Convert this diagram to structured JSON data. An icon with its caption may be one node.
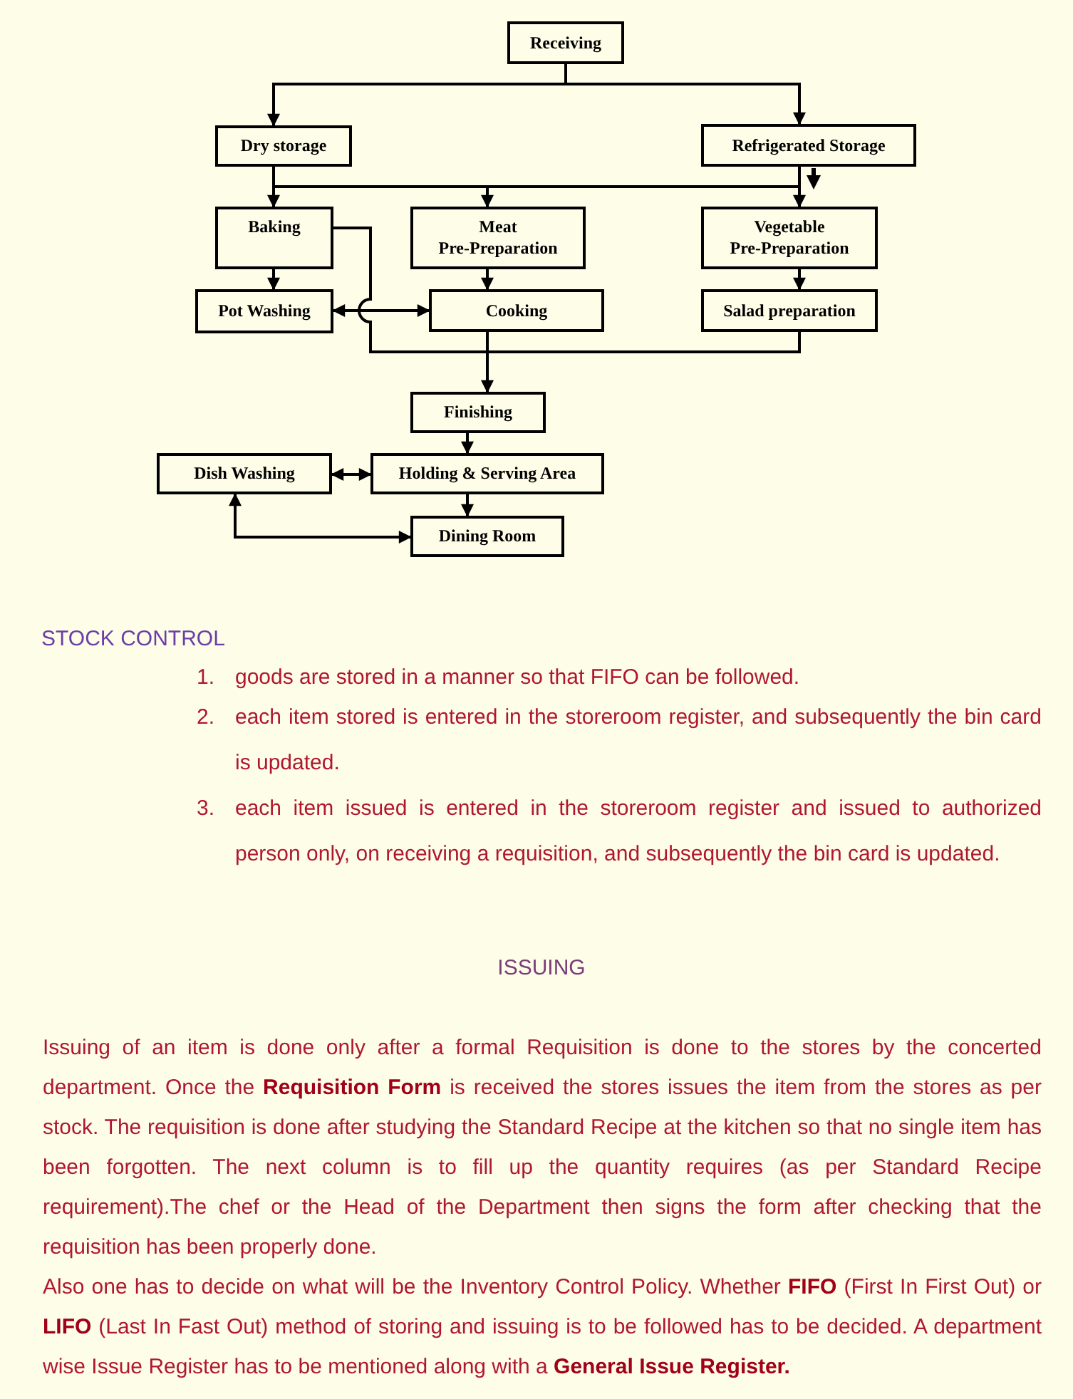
{
  "diagram": {
    "nodes": [
      {
        "text": [
          "Receiving"
        ]
      },
      {
        "text": [
          "Dry storage"
        ]
      },
      {
        "text": [
          "Refrigerated Storage"
        ]
      },
      {
        "text": [
          "Baking"
        ]
      },
      {
        "text": [
          "Meat Pre-Preparation"
        ]
      },
      {
        "text": [
          "Vegetable Pre-Preparation"
        ]
      },
      {
        "text": [
          "Pot Washing"
        ]
      },
      {
        "text": [
          "Cooking"
        ]
      },
      {
        "text": [
          "Salad preparation"
        ]
      },
      {
        "text": [
          "Finishing"
        ]
      },
      {
        "text": [
          "Dish Washing"
        ]
      },
      {
        "text": [
          "Holding & Serving Area"
        ]
      },
      {
        "text": [
          "Dining Room"
        ]
      }
    ],
    "edges": [
      {
        "from": 0,
        "to": 1,
        "arrow": "to"
      },
      {
        "from": 0,
        "to": 2,
        "arrow": "to"
      },
      {
        "from": 1,
        "to": 3,
        "arrow": "to"
      },
      {
        "from": 1,
        "to": 4,
        "arrow": "to"
      },
      {
        "from": 1,
        "to": 5,
        "arrow": "to"
      },
      {
        "from": 2,
        "to": 3,
        "arrow": "to"
      },
      {
        "from": 2,
        "to": 4,
        "arrow": "to"
      },
      {
        "from": 2,
        "to": 5,
        "arrow": "to"
      },
      {
        "from": 3,
        "to": 6,
        "arrow": "to"
      },
      {
        "from": 4,
        "to": 7,
        "arrow": "to"
      },
      {
        "from": 5,
        "to": 8,
        "arrow": "to"
      },
      {
        "from": 6,
        "to": 7,
        "arrow": "both"
      },
      {
        "from": 3,
        "to": 9,
        "arrow": "to"
      },
      {
        "from": 7,
        "to": 9,
        "arrow": "to"
      },
      {
        "from": 8,
        "to": 9,
        "arrow": "to"
      },
      {
        "from": 9,
        "to": 11,
        "arrow": "to"
      },
      {
        "from": 10,
        "to": 11,
        "arrow": "both"
      },
      {
        "from": 11,
        "to": 12,
        "arrow": "to"
      },
      {
        "from": 10,
        "to": 12,
        "arrow": "both"
      }
    ],
    "labels": [
      "STOCK CONTROL",
      "1.",
      "goods are stored in a manner so that FIFO can be followed.",
      "2.",
      "each item stored is entered in the storeroom register, and subsequently the bin card is updated.",
      "3.",
      "each item issued is entered in the storeroom register and issued to authorized person only, on receiving a requisition, and subsequently the bin card is updated.",
      "ISSUING",
      "Issuing of an item is done only after a formal Requisition is done to the stores by the concerted department. Once the **Requisition Form** is received the stores issues the item from the stores as per stock. The requisition is done after studying the Standard Recipe at the kitchen so that no single item has been forgotten. The next column is to fill up the quantity requires (as per Standard Recipe requirement).The chef or the Head of the Department then signs the form after checking that the requisition has been properly done.",
      "Also one has to decide on what will be the Inventory Control Policy. Whether **FIFO** (First In First Out) or **LIFO** (Last In Fast Out) method of storing and issuing is to be followed has to be decided. A department wise Issue Register has to be mentioned along with a **General Issue Register.**"
    ]
  }
}
